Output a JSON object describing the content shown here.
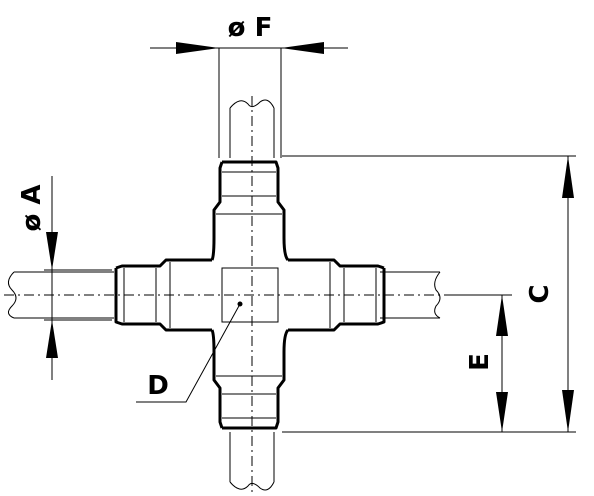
{
  "labels": {
    "dim_f": "ø F",
    "dim_a": "ø A",
    "dim_c": "C",
    "dim_d": "D",
    "dim_e": "E"
  }
}
